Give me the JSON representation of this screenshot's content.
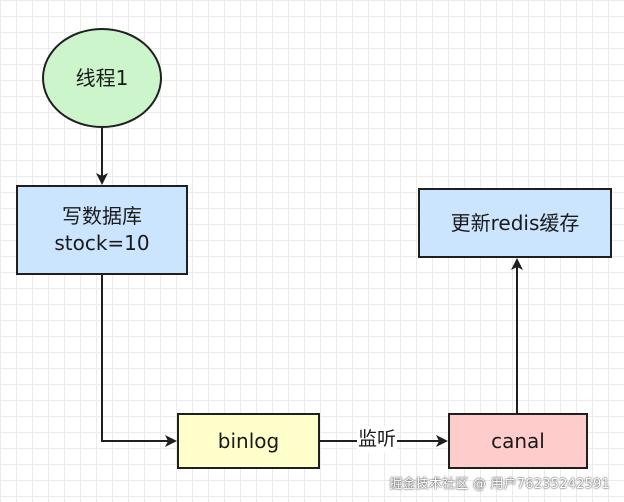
{
  "nodes": {
    "thread": {
      "label": "线程1",
      "color": "#ccf5cc",
      "shape": "circle"
    },
    "db_write": {
      "line1": "写数据库",
      "line2": "stock=10",
      "color": "#cce5ff"
    },
    "binlog": {
      "label": "binlog",
      "color": "#ffffcc"
    },
    "canal": {
      "label": "canal",
      "color": "#ffcccc"
    },
    "redis_update": {
      "label": "更新redis缓存",
      "color": "#cce5ff"
    }
  },
  "edges": [
    {
      "from": "thread",
      "to": "db_write",
      "label": ""
    },
    {
      "from": "db_write",
      "to": "binlog",
      "label": ""
    },
    {
      "from": "binlog",
      "to": "canal",
      "label": "监听"
    },
    {
      "from": "canal",
      "to": "redis_update",
      "label": ""
    }
  ],
  "watermark": "掘金技术社区 @ 用户76235242591"
}
